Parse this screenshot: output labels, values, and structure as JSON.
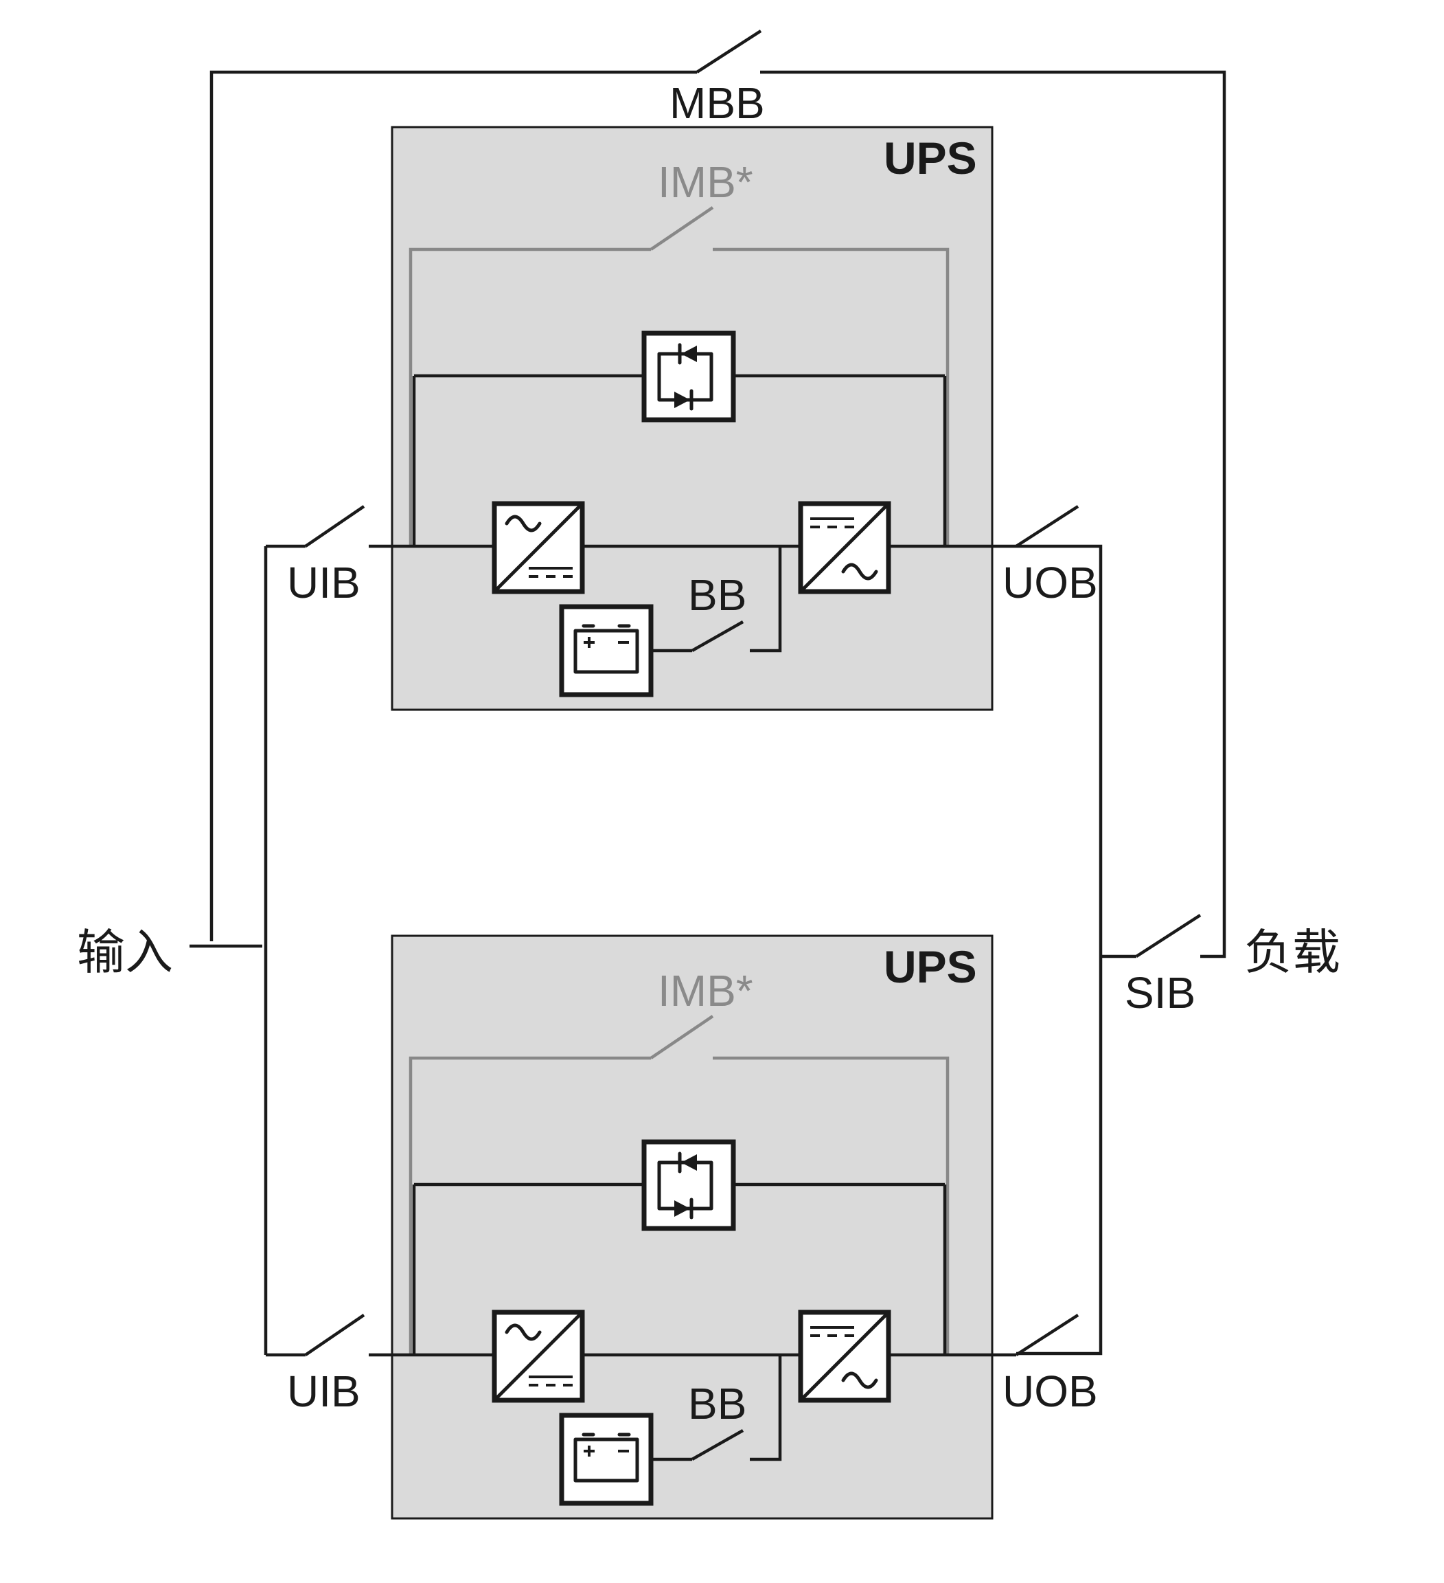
{
  "diagram": {
    "input_label": "输入",
    "load_label": "负载",
    "maintenance_bypass_label": "MBB",
    "system_isolation_label": "SIB",
    "units": [
      {
        "title": "UPS",
        "internal_bypass_label": "IMB*",
        "input_breaker_label": "UIB",
        "output_breaker_label": "UOB",
        "battery_breaker_label": "BB"
      },
      {
        "title": "UPS",
        "internal_bypass_label": "IMB*",
        "input_breaker_label": "UIB",
        "output_breaker_label": "UOB",
        "battery_breaker_label": "BB"
      }
    ],
    "colors": {
      "line": "#1a1a1a",
      "optional_line": "#888888",
      "ups_fill": "#dadada",
      "background": "#ffffff"
    },
    "icons": [
      "static-switch-icon",
      "rectifier-icon",
      "inverter-icon",
      "battery-icon",
      "breaker-icon"
    ]
  }
}
